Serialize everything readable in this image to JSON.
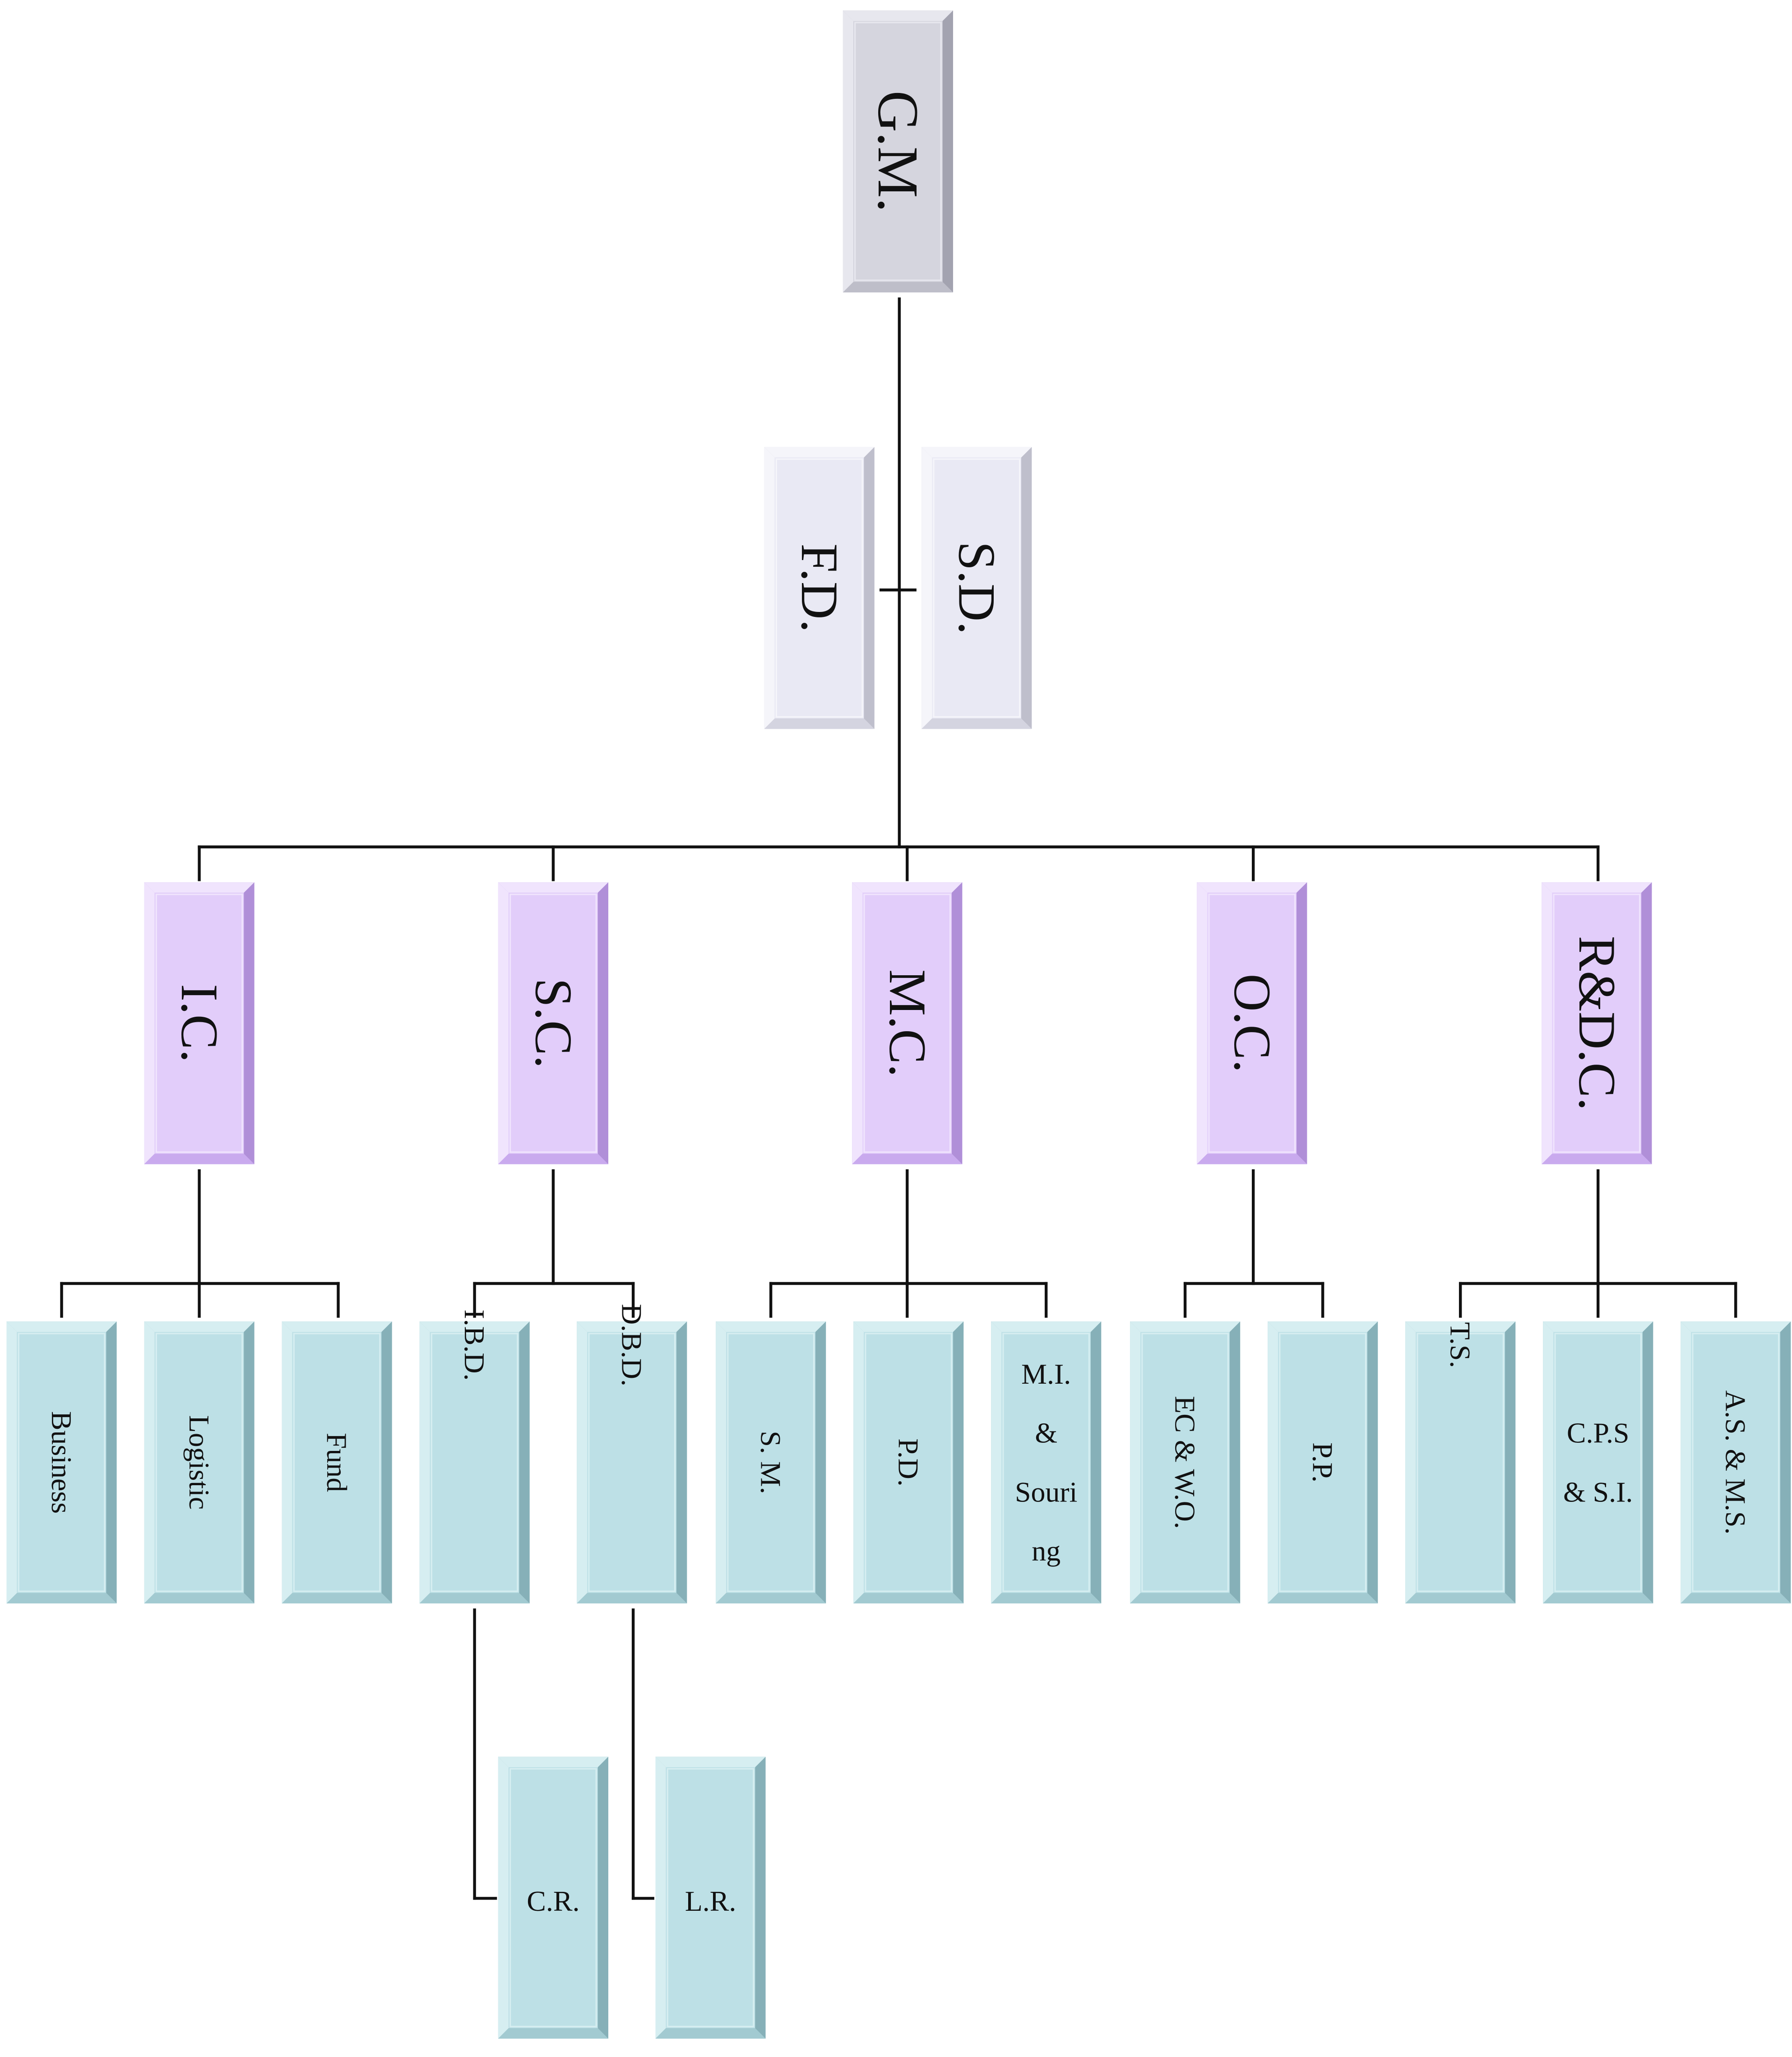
{
  "palette": {
    "gray": {
      "face": "#d5d5de",
      "light": "#e7e7ee",
      "dark": "#a3a3b0",
      "mid": "#bebec9",
      "edge": "#b4b4c0"
    },
    "lavender": {
      "face": "#e9e9f4",
      "light": "#f5f5fa",
      "dark": "#bfbfcc",
      "mid": "#d4d4e0",
      "edge": "#c8c8d4"
    },
    "purple": {
      "face": "#e2cdfa",
      "light": "#f0e4fd",
      "dark": "#b08fd8",
      "mid": "#c9aaee",
      "edge": "#bc9ee6"
    },
    "teal": {
      "face": "#bde0e6",
      "light": "#d6eef1",
      "dark": "#86b0b8",
      "mid": "#a2cad1",
      "edge": "#98c0c7"
    },
    "line": "#111111"
  },
  "nodes": {
    "gm": {
      "label": "G.M."
    },
    "fd": {
      "label": "F.D."
    },
    "sd": {
      "label": "S.D."
    },
    "ic": {
      "label": "I.C."
    },
    "sc": {
      "label": "S.C."
    },
    "mc": {
      "label": "M.C."
    },
    "oc": {
      "label": "O.C."
    },
    "rdc": {
      "label": "R&D.C."
    },
    "business": {
      "label": "Business"
    },
    "logistic": {
      "label": "Logistic"
    },
    "fund": {
      "label": "Fund"
    },
    "ibd": {
      "label": "I.B.D."
    },
    "dbd": {
      "label": "D.B.D."
    },
    "sm": {
      "label": "S. M."
    },
    "pd": {
      "label": "P.D."
    },
    "mis": {
      "lines": [
        "M.I.",
        "&",
        "Souri",
        "ng"
      ]
    },
    "ecwo": {
      "label": "EC & W.O."
    },
    "pp": {
      "label": "P.P."
    },
    "ts": {
      "label": "T.S."
    },
    "cps": {
      "lines": [
        "C.P.S",
        "& S.I."
      ]
    },
    "asms": {
      "label": "A.S. & M.S."
    },
    "cr": {
      "label": "C.R."
    },
    "lr": {
      "label": "L.R."
    }
  }
}
